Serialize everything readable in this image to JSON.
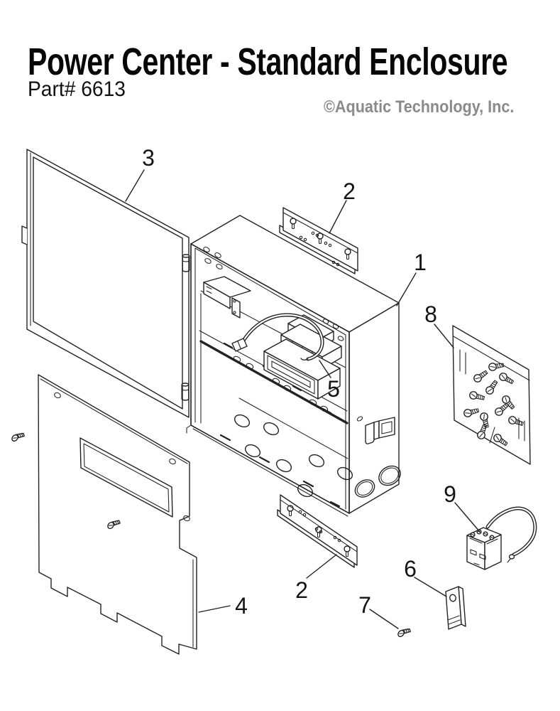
{
  "header": {
    "title": "Power Center - Standard Enclosure",
    "part_number": "Part# 6613",
    "copyright": "©Aquatic Technology, Inc."
  },
  "diagram": {
    "type": "exploded-parts-diagram",
    "callouts": {
      "c1": "1",
      "c2a": "2",
      "c2b": "2",
      "c3": "3",
      "c4": "4",
      "c5": "5",
      "c6": "6",
      "c7": "7",
      "c8": "8",
      "c9": "9"
    }
  },
  "colors": {
    "line": "#222222",
    "text": "#141414",
    "muted": "#8a8a8a",
    "background": "#ffffff"
  }
}
